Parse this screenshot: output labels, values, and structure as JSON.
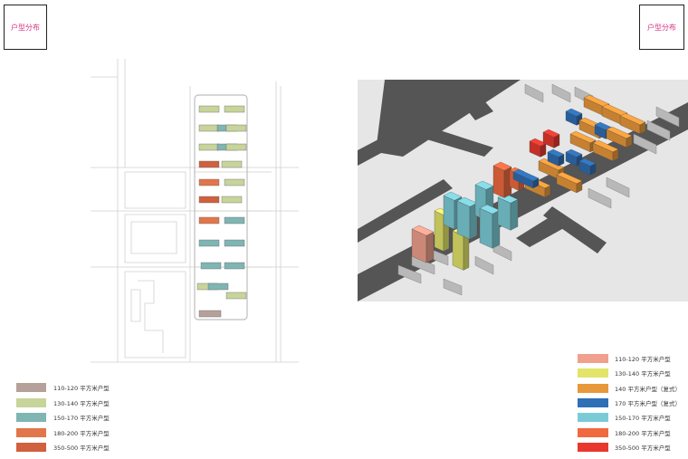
{
  "titles": {
    "left": "户型分布",
    "right": "户型分布"
  },
  "colors": {
    "road": "#555555",
    "ground": "#e6e6e6"
  },
  "legend_left": [
    {
      "label": "110-120 平方米户型",
      "color": "#b6a19a"
    },
    {
      "label": "130-140 平方米户型",
      "color": "#c7d49a"
    },
    {
      "label": "150-170 平方米户型",
      "color": "#7fb5b2"
    },
    {
      "label": "180-200 平方米户型",
      "color": "#e2764a"
    },
    {
      "label": "350-500 平方米户型",
      "color": "#d0603e"
    }
  ],
  "legend_right": [
    {
      "label": "110-120 平方米户型",
      "color": "#f0a08c"
    },
    {
      "label": "130-140 平方米户型",
      "color": "#e3e46a"
    },
    {
      "label": "140 平方米户型（复式）",
      "color": "#e8983a"
    },
    {
      "label": "170 平方米户型（复式）",
      "color": "#2e6fb5"
    },
    {
      "label": "150-170 平方米户型",
      "color": "#7bcbd6"
    },
    {
      "label": "180-200 平方米户型",
      "color": "#ef6a3e"
    },
    {
      "label": "350-500 平方米户型",
      "color": "#e8382d"
    }
  ]
}
